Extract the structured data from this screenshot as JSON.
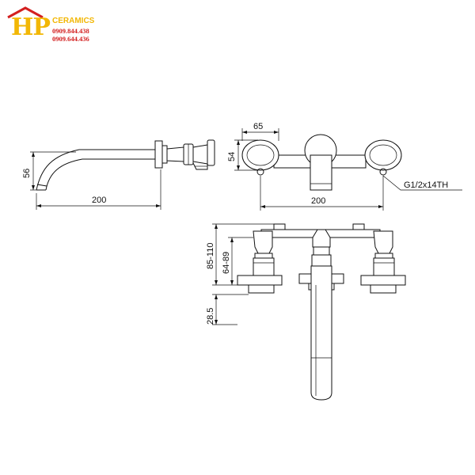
{
  "logo": {
    "mark": "HP",
    "brand": "CERAMICS",
    "phone_1": "0909.844.438",
    "phone_2": "0909.644.436",
    "colors": {
      "mark": "#f2b705",
      "phone": "#d32020",
      "house": "#d32020"
    }
  },
  "side_view": {
    "height_label": "56",
    "length_label": "200"
  },
  "front_view": {
    "width_label": "65",
    "height_label": "54",
    "spacing_label": "200",
    "thread_label": "G1/2x14TH"
  },
  "install_view": {
    "range_outer_label": "85-110",
    "range_inner_label": "64-89",
    "depth_label": "28.5"
  }
}
